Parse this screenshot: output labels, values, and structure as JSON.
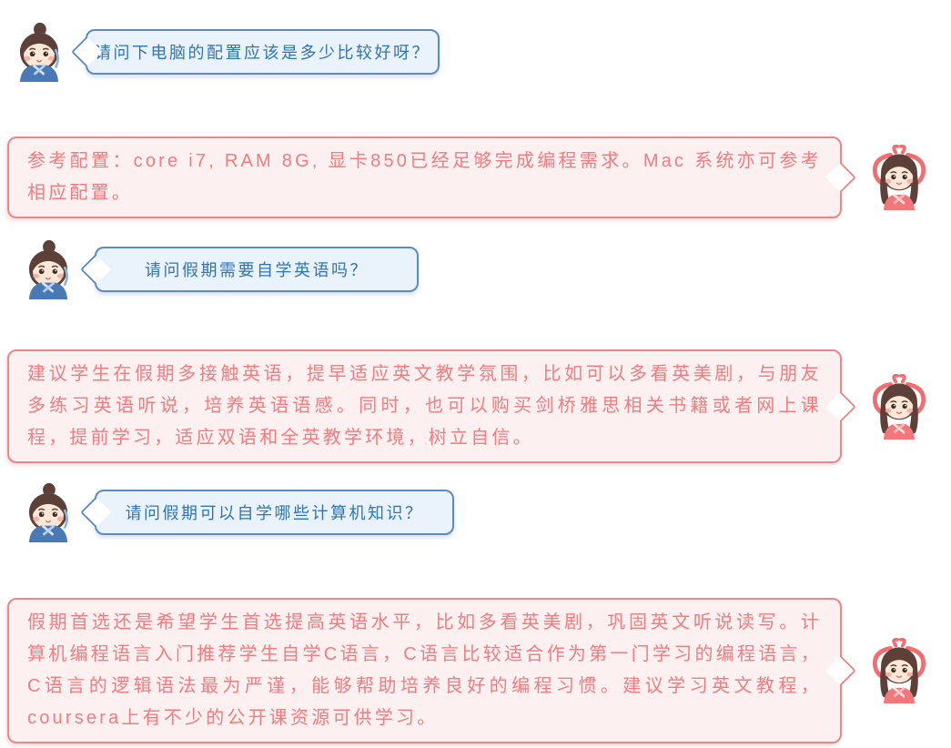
{
  "page": {
    "kind": "chat-style FAQ between a student and an advisor",
    "background": "#ffffff"
  },
  "colors": {
    "question_border": "#5b8ac5",
    "question_fill": "#eaf2fb",
    "question_text": "#2f74b8",
    "answer_border": "#ef8588",
    "answer_fill": "#fcf0f0",
    "answer_text": "#f37c80"
  },
  "avatars": {
    "student": "student-in-blue-hanfu-with-topknot-bun",
    "advisor": "girl-in-red-dress-with-red-ribbon-bow"
  },
  "conversation": [
    {
      "speaker": "student",
      "kind": "question",
      "text": "请问下电脑的配置应该是多少比较好呀？"
    },
    {
      "speaker": "advisor",
      "kind": "answer",
      "text": "参考配置：core i7, RAM 8G, 显卡850已经足够完成编程需求。Mac 系统亦可参考相应配置。"
    },
    {
      "speaker": "student",
      "kind": "question",
      "text": "请问假期需要自学英语吗？"
    },
    {
      "speaker": "advisor",
      "kind": "answer",
      "text": "建议学生在假期多接触英语，提早适应英文教学氛围，比如可以多看英美剧，与朋友多练习英语听说，培养英语语感。同时，也可以购买剑桥雅思相关书籍或者网上课程，提前学习，适应双语和全英教学环境，树立自信。"
    },
    {
      "speaker": "student",
      "kind": "question",
      "text": "请问假期可以自学哪些计算机知识？"
    },
    {
      "speaker": "advisor",
      "kind": "answer",
      "text": "假期首选还是希望学生首选提高英语水平，比如多看英美剧，巩固英文听说读写。计算机编程语言入门推荐学生自学C语言，C语言比较适合作为第一门学习的编程语言，C语言的逻辑语法最为严谨，能够帮助培养良好的编程习惯。建议学习英文教程，coursera上有不少的公开课资源可供学习。"
    }
  ]
}
